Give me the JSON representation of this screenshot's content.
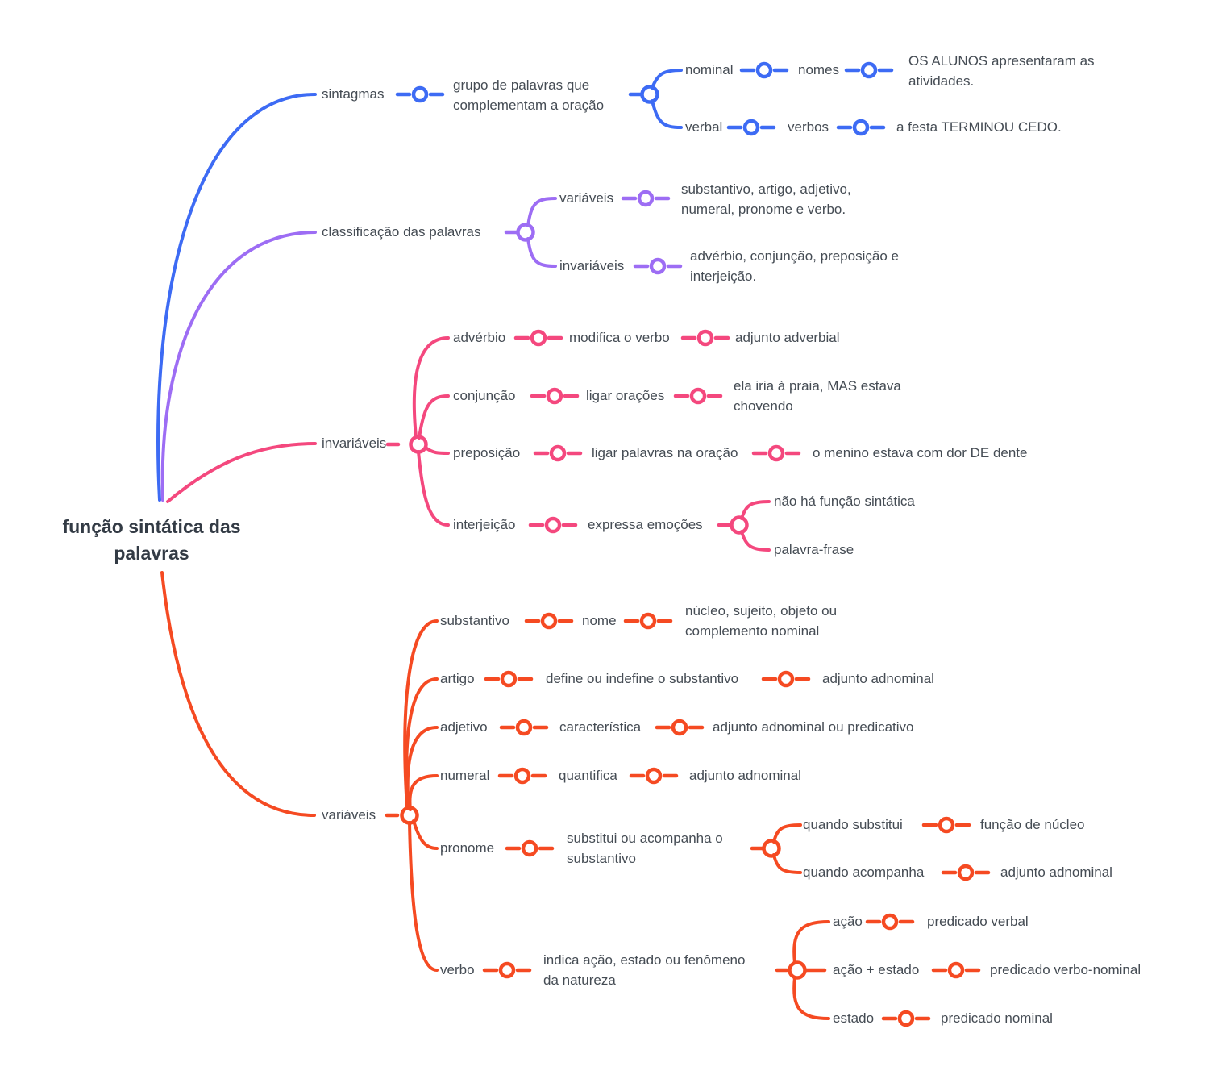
{
  "colors": {
    "sintagmas": "#3D6BF4",
    "classificacao": "#9D6DF4",
    "invariaveis": "#F4487E",
    "variaveis": "#F54A22",
    "text": "#454C54",
    "root": "#333B45"
  },
  "root": {
    "label": "função sintática das\npalavras"
  },
  "sintagmas": {
    "label": "sintagmas",
    "definition": "grupo de palavras que\ncomplementam a oração",
    "nominal": {
      "label": "nominal",
      "means": "nomes",
      "example": "OS ALUNOS apresentaram as\natividades."
    },
    "verbal": {
      "label": "verbal",
      "means": "verbos",
      "example": "a festa TERMINOU CEDO."
    }
  },
  "classificacao": {
    "label": "classificação das palavras",
    "variaveis": {
      "label": "variáveis",
      "list": "substantivo, artigo, adjetivo,\nnumeral, pronome e verbo."
    },
    "invariaveis": {
      "label": "invariáveis",
      "list": "advérbio, conjunção, preposição e\ninterjeição."
    }
  },
  "invariaveis": {
    "label": "invariáveis",
    "adverbio": {
      "label": "advérbio",
      "function": "modifica o verbo",
      "role": "adjunto adverbial"
    },
    "conjuncao": {
      "label": "conjunção",
      "function": "ligar orações",
      "example": "ela iria à praia, MAS estava\nchovendo"
    },
    "preposicao": {
      "label": "preposição",
      "function": "ligar palavras na oração",
      "example": "o menino estava com dor DE dente"
    },
    "interjeicao": {
      "label": "interjeição",
      "function": "expressa emoções",
      "note1": "não há função sintática",
      "note2": "palavra-frase"
    }
  },
  "variaveis": {
    "label": "variáveis",
    "substantivo": {
      "label": "substantivo",
      "function": "nome",
      "role": "núcleo, sujeito, objeto ou\ncomplemento nominal"
    },
    "artigo": {
      "label": "artigo",
      "function": "define ou indefine o substantivo",
      "role": "adjunto adnominal"
    },
    "adjetivo": {
      "label": "adjetivo",
      "function": "característica",
      "role": "adjunto adnominal ou predicativo"
    },
    "numeral": {
      "label": "numeral",
      "function": "quantifica",
      "role": "adjunto adnominal"
    },
    "pronome": {
      "label": "pronome",
      "function": "substitui ou acompanha o\nsubstantivo",
      "quando_substitui": {
        "label": "quando substitui",
        "role": "função de núcleo"
      },
      "quando_acompanha": {
        "label": "quando acompanha",
        "role": "adjunto adnominal"
      }
    },
    "verbo": {
      "label": "verbo",
      "function": "indica ação, estado ou fenômeno\nda natureza",
      "acao": {
        "label": "ação",
        "role": "predicado verbal"
      },
      "acao_estado": {
        "label": "ação + estado",
        "role": "predicado verbo-nominal"
      },
      "estado": {
        "label": "estado",
        "role": "predicado nominal"
      }
    }
  }
}
